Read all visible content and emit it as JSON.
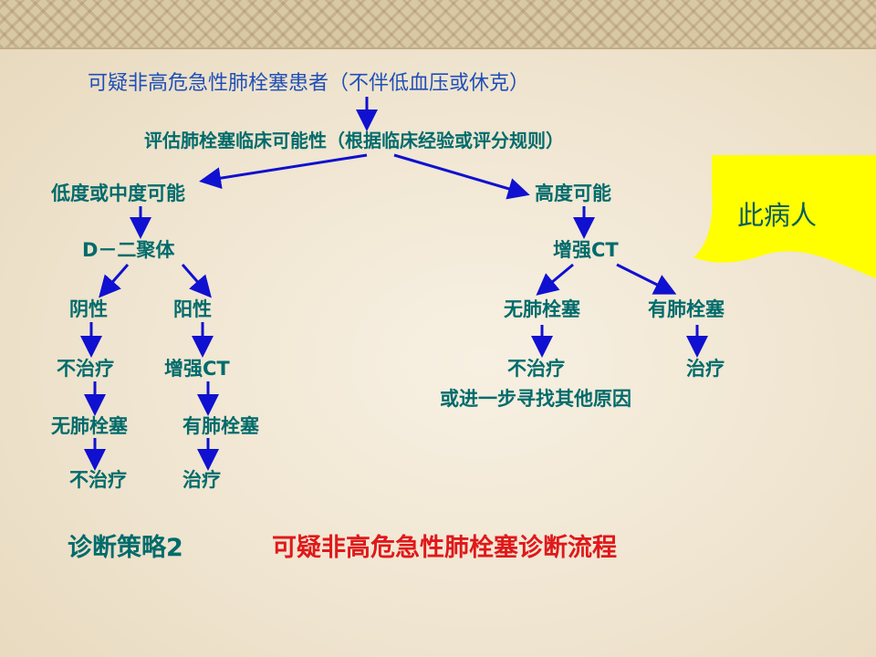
{
  "diagram": {
    "root": "可疑非高危急性肺栓塞患者（不伴低血压或休克）",
    "assess": "评估肺栓塞临床可能性（根据临床经验或评分规则）",
    "low_mod": "低度或中度可能",
    "d_dimer": "D－二聚体",
    "negative": "阴性",
    "positive": "阳性",
    "no_treat_left": "不治疗",
    "ct_left": "增强CT",
    "no_pe_left": "无肺栓塞",
    "pe_left": "有肺栓塞",
    "no_treat_left2": "不治疗",
    "treat_left": "治疗",
    "high": "高度可能",
    "ct_right": "增强CT",
    "no_pe_right": "无肺栓塞",
    "pe_right": "有肺栓塞",
    "no_treat_right": "不治疗",
    "other_cause": "或进一步寻找其他原因",
    "treat_right": "治疗"
  },
  "banner": {
    "text": "此病人",
    "color": "#ffff00"
  },
  "footer": {
    "label": "诊断策略2",
    "title": "可疑非高危急性肺栓塞诊断流程"
  },
  "colors": {
    "node_text": "#006b6b",
    "root_text": "#1f4fb8",
    "arrow": "#1010d0",
    "title_red": "#e0181a"
  }
}
